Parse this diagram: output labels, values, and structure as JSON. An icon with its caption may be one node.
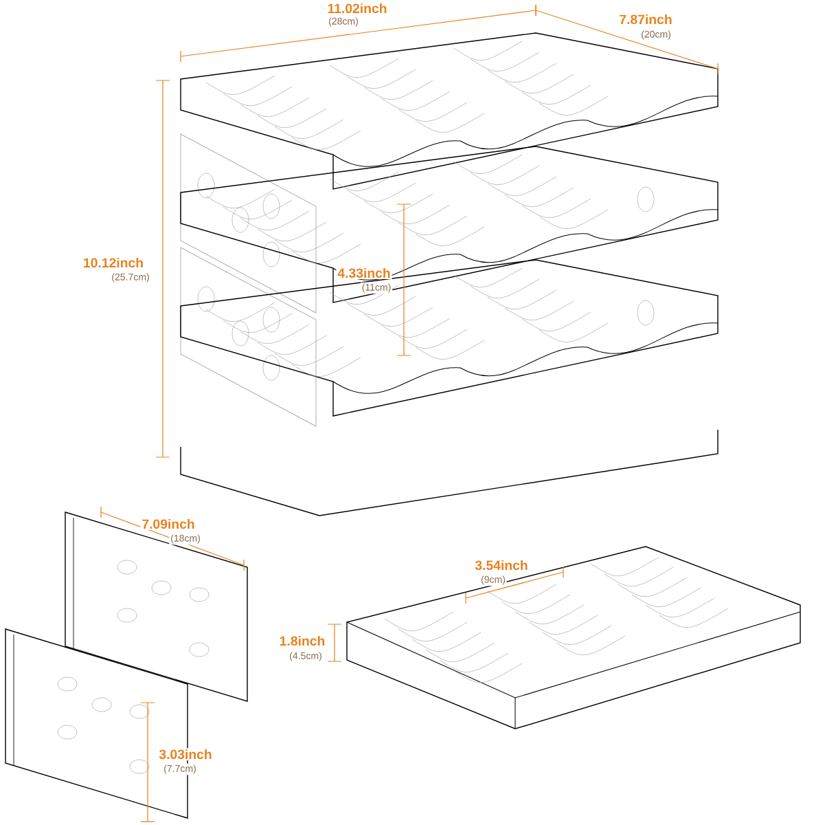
{
  "diagram": {
    "labels": [
      "11.02inch",
      "(28cm)",
      "7.87inch",
      "(20cm)",
      "10.12inch",
      "(25.7cm)",
      "4.33inch",
      "(11cm)",
      "7.09inch",
      "(18cm)",
      "3.54inch",
      "(9cm)",
      "1.8inch",
      "(4.5cm)",
      "3.03inch",
      "(7.7cm)"
    ]
  }
}
